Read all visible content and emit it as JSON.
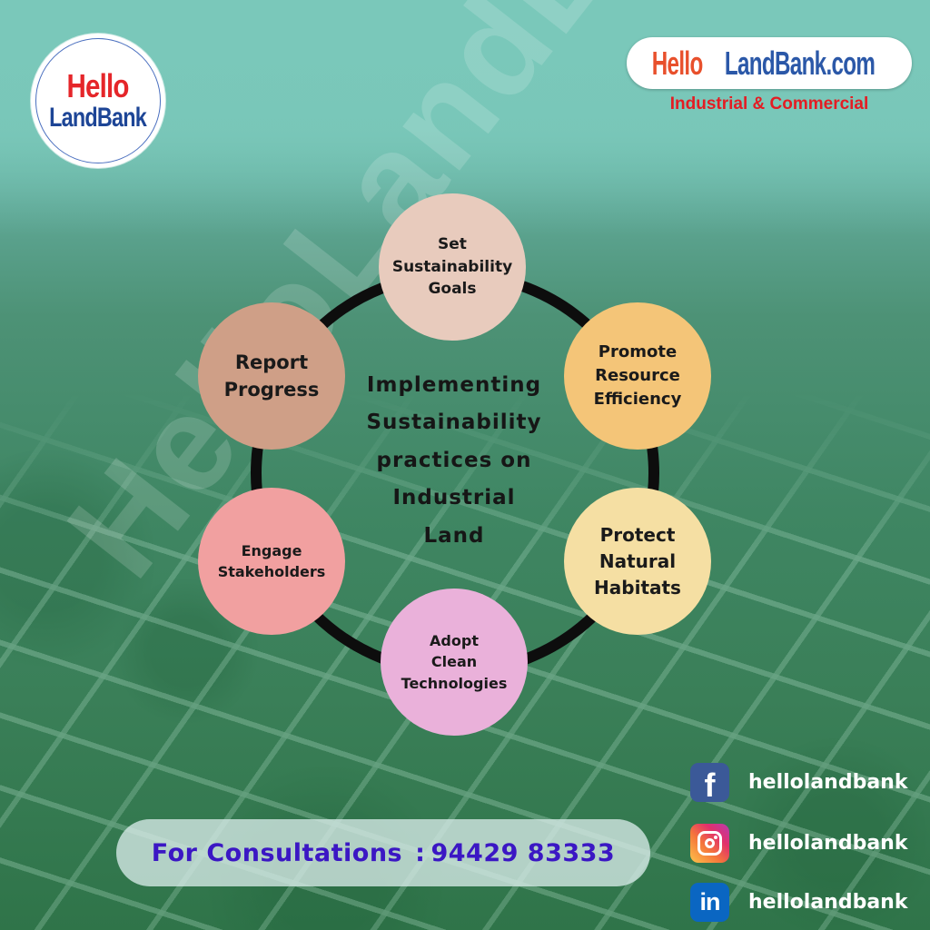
{
  "background": {
    "description": "aerial view of industrial land plots with green tint",
    "watermark": "HelloLandBank"
  },
  "brand": {
    "logo_round": {
      "line1": "Hello",
      "line2": "LandBank",
      "colors": {
        "hello": "#e5262a",
        "landbank": "#1d4596"
      }
    },
    "site": {
      "hello": "Hello",
      "rest": "LandBank.com",
      "tagline": "Industrial & Commercial",
      "colors": {
        "hello": "#e8502c",
        "rest": "#2b58a8",
        "tagline": "#e41c23"
      }
    }
  },
  "diagram": {
    "title": [
      "Implementing",
      "Sustainability",
      "practices on",
      "Industrial",
      "Land"
    ],
    "nodes": [
      {
        "id": "goals",
        "lines": [
          "Set",
          "Sustainability",
          "Goals"
        ],
        "color": "#e8cbbd"
      },
      {
        "id": "efficiency",
        "lines": [
          "Promote",
          "Resource",
          "Efficiency"
        ],
        "color": "#f4c578"
      },
      {
        "id": "habitats",
        "lines": [
          "Protect",
          "Natural",
          "Habitats"
        ],
        "color": "#f5dfa3"
      },
      {
        "id": "clean",
        "lines": [
          "Adopt",
          "Clean",
          "Technologies"
        ],
        "color": "#eab1da"
      },
      {
        "id": "stakeholders",
        "lines": [
          "Engage",
          "Stakeholders"
        ],
        "color": "#f1a0a0"
      },
      {
        "id": "report",
        "lines": [
          "Report",
          "Progress"
        ],
        "color": "#cf9f87"
      }
    ],
    "ring_color": "#0d0d0d"
  },
  "contact": {
    "label": "For Consultations",
    "separator": ":",
    "phone": "94429 83333",
    "color": "#3b17c4"
  },
  "social": [
    {
      "network": "facebook",
      "icon": "facebook-icon",
      "glyph": "f",
      "handle": "hellolandbank"
    },
    {
      "network": "instagram",
      "icon": "instagram-icon",
      "glyph": "",
      "handle": "hellolandbank"
    },
    {
      "network": "linkedin",
      "icon": "linkedin-icon",
      "glyph": "in",
      "handle": "hellolandbank"
    }
  ]
}
